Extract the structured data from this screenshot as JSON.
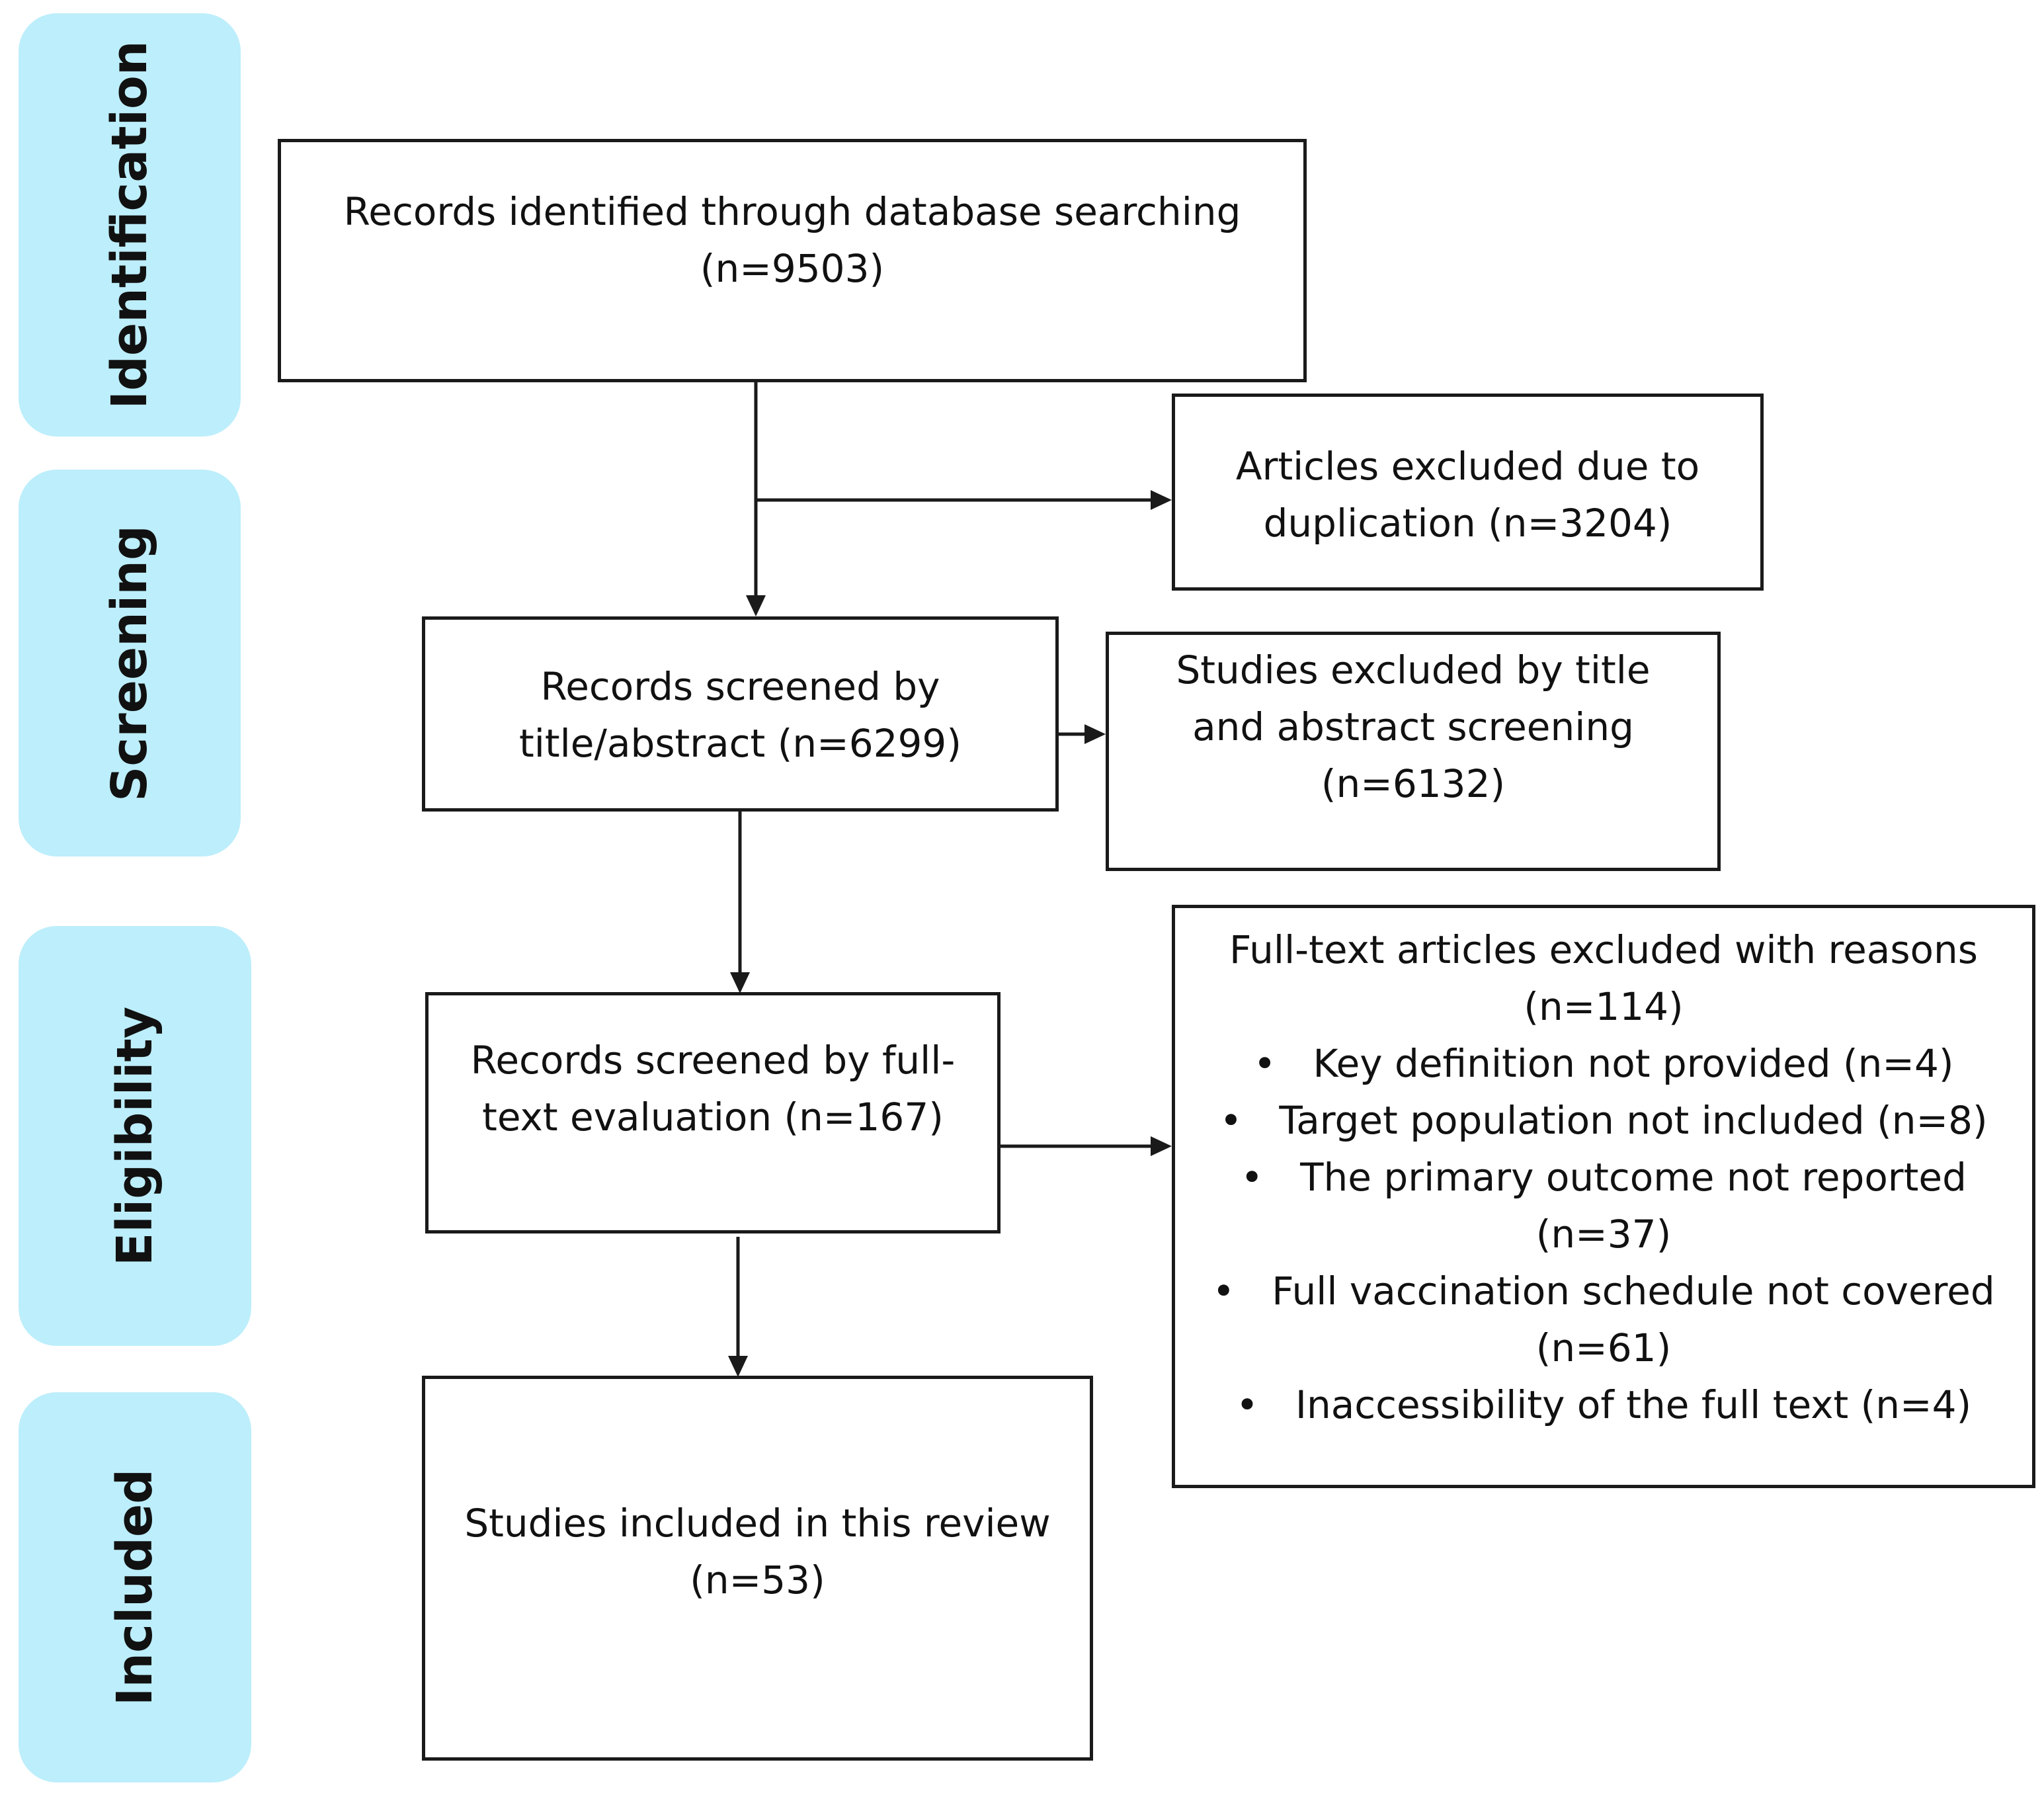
{
  "stages": {
    "identification": "Identification",
    "screening": "Screening",
    "eligibility": "Eligibility",
    "included": "Included"
  },
  "boxes": {
    "identified": {
      "line1": "Records identified through database searching",
      "line2": "(n=9503)"
    },
    "duplicates": {
      "line1": "Articles excluded due to",
      "line2": "duplication (n=3204)"
    },
    "screened_title": {
      "line1": "Records screened by",
      "line2": "title/abstract (n=6299)"
    },
    "excluded_title": {
      "line1": "Studies excluded by title",
      "line2": "and abstract screening",
      "line3": "(n=6132)"
    },
    "screened_fulltext": {
      "line1": "Records screened by full-",
      "line2": "text evaluation (n=167)"
    },
    "excluded_fulltext": {
      "line1": "Full-text articles excluded with reasons",
      "line2": "(n=114)",
      "bullet_glyph": "•",
      "reasons": [
        "Key definition not provided (n=4)",
        "Target population not included (n=8)",
        "The primary outcome not reported",
        "(n=37)",
        "Full vaccination schedule not covered",
        "(n=61)",
        "Inaccessibility of the full text (n=4)"
      ]
    },
    "included": {
      "line1": "Studies included in this review",
      "line2": "(n=53)"
    }
  }
}
